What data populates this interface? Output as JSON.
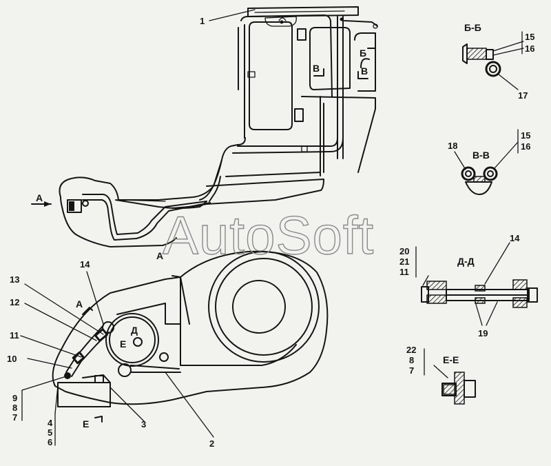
{
  "watermark": "AutoSoft",
  "view_labels": {
    "a_left": "А",
    "a_bottom": "А",
    "a_arrow": "А",
    "e_arrow": "Е",
    "b_marker": "Б",
    "v_marker_1": "В",
    "v_marker_2": "В",
    "d_inset": "Д",
    "e_inset": "Е"
  },
  "sections": {
    "bb": "Б-Б",
    "vv": "В-В",
    "dd": "Д-Д",
    "ee": "Е-Е"
  },
  "callouts": {
    "n1": "1",
    "n2": "2",
    "n3": "3",
    "n4": "4",
    "n5": "5",
    "n6": "6",
    "n7": "7",
    "n8": "8",
    "n9": "9",
    "n10": "10",
    "n11": "11",
    "n12": "12",
    "n13": "13",
    "n14": "14",
    "bb_15": "15",
    "bb_16": "16",
    "bb_17": "17",
    "vv_15": "15",
    "vv_16": "16",
    "vv_18": "18",
    "dd_20": "20",
    "dd_21": "21",
    "dd_11": "11",
    "dd_14": "14",
    "dd_19": "19",
    "ee_22": "22",
    "ee_8": "8",
    "ee_7": "7"
  }
}
